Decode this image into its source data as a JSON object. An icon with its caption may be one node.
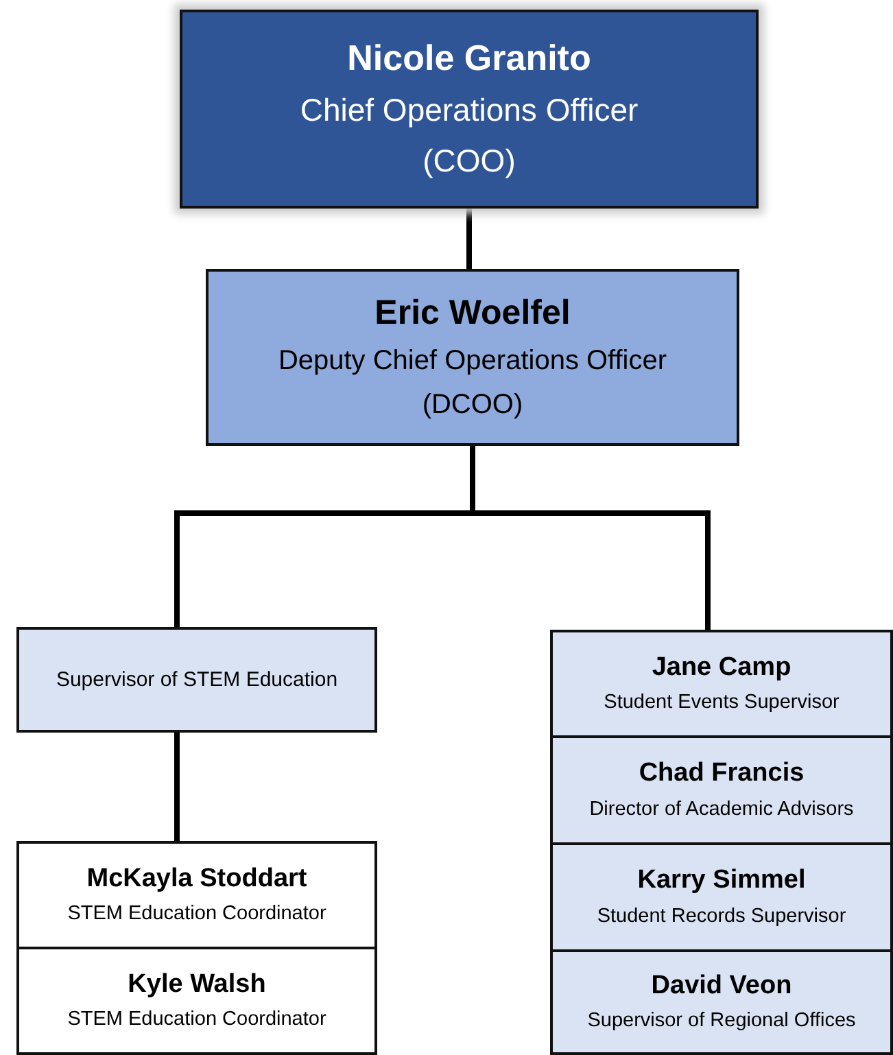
{
  "diagram": {
    "nodes": [
      {
        "text": [
          "Nicole Granito",
          "Chief Operations Officer (COO)"
        ]
      },
      {
        "text": [
          "Eric Woelfel",
          "Deputy Chief Operations Officer (DCOO)"
        ]
      },
      {
        "text": [
          "Supervisor of STEM Education"
        ]
      },
      {
        "text": [
          "McKayla Stoddart",
          "STEM Education Coordinator"
        ]
      },
      {
        "text": [
          "Kyle Walsh",
          "STEM Education Coordinator"
        ]
      },
      {
        "text": [
          "Jane Camp",
          "Student Events Supervisor"
        ]
      },
      {
        "text": [
          "Chad Francis",
          "Director of Academic Advisors"
        ]
      },
      {
        "text": [
          "Karry Simmel",
          "Student Records Supervisor"
        ]
      },
      {
        "text": [
          "David Veon",
          "Supervisor of Regional Offices"
        ]
      }
    ],
    "edges": [
      {
        "from": 0,
        "to": 1,
        "arrow": "none"
      },
      {
        "from": 1,
        "to": 2,
        "arrow": "none"
      },
      {
        "from": 1,
        "to": 5,
        "arrow": "none"
      },
      {
        "from": 2,
        "to": 3,
        "arrow": "none"
      }
    ]
  }
}
